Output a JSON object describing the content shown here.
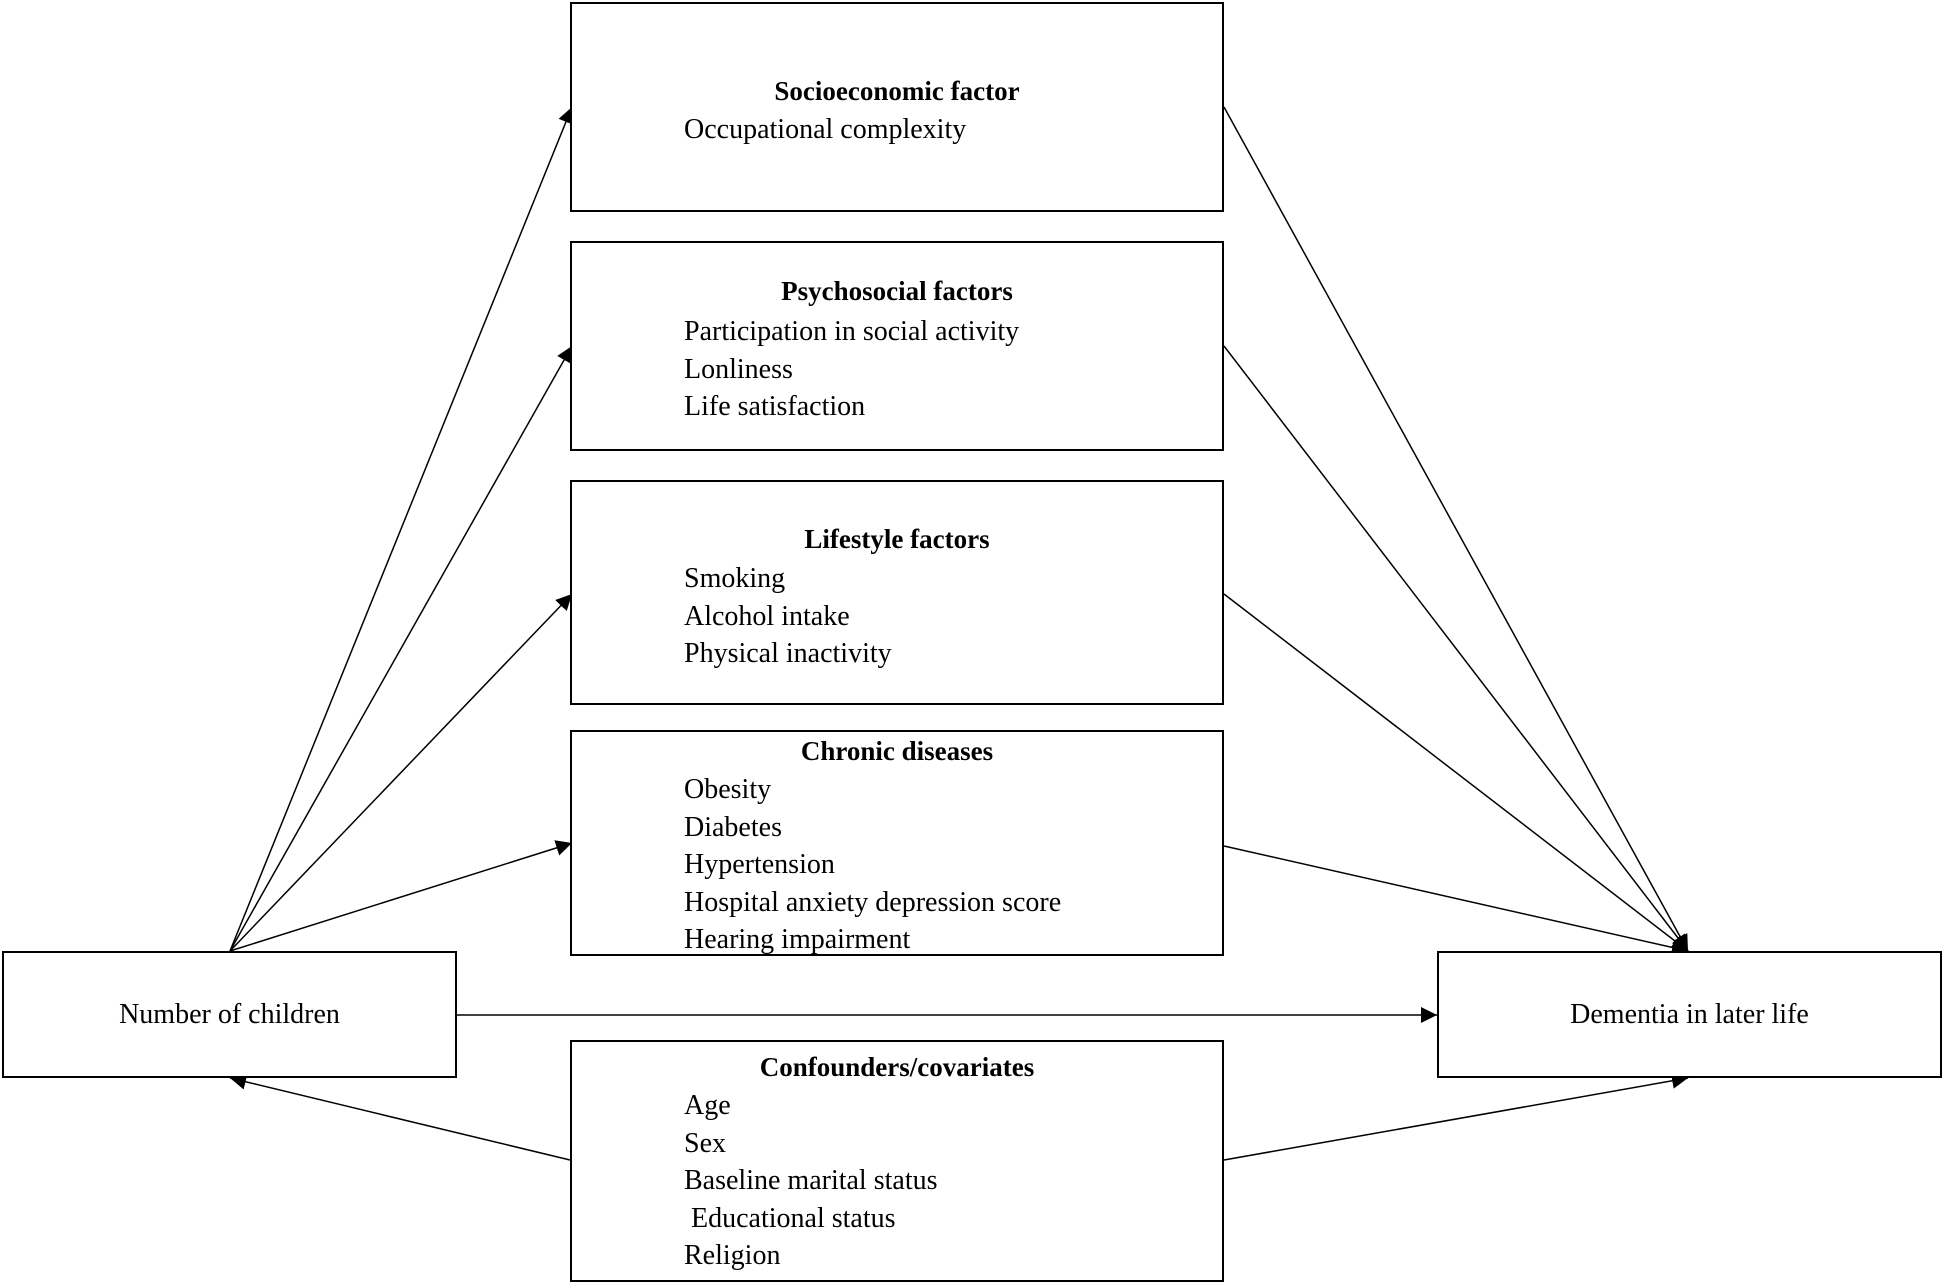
{
  "boxes": {
    "socioeconomic": {
      "title": "Socioeconomic factor",
      "items": [
        "Occupational complexity"
      ]
    },
    "psychosocial": {
      "title": "Psychosocial factors",
      "items": [
        "Participation in social activity",
        "Lonliness",
        "Life satisfaction"
      ]
    },
    "lifestyle": {
      "title": "Lifestyle factors",
      "items": [
        "Smoking",
        "Alcohol intake",
        "Physical inactivity"
      ]
    },
    "chronic": {
      "title": "Chronic diseases",
      "items": [
        "Obesity",
        "Diabetes",
        "Hypertension",
        "Hospital anxiety depression score",
        "Hearing impairment"
      ]
    },
    "confounders": {
      "title": "Confounders/covariates",
      "items": [
        "Age",
        "Sex",
        "Baseline marital status",
        " Educational status",
        "Religion"
      ]
    }
  },
  "exposure": {
    "label": "Number of children"
  },
  "outcome": {
    "label": "Dementia in later life"
  }
}
